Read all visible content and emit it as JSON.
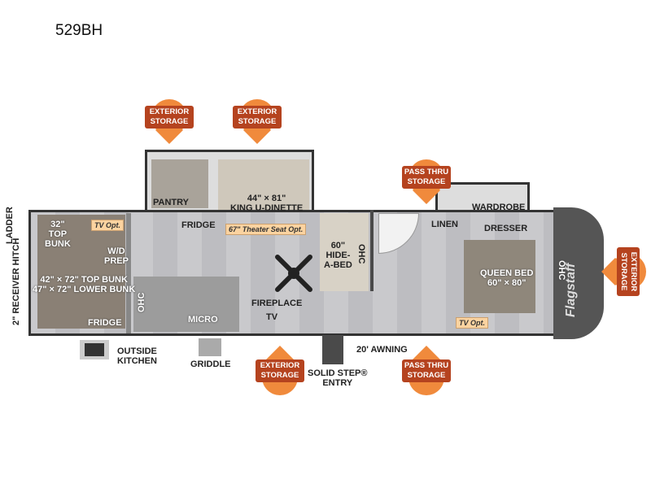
{
  "title": "529BH",
  "labels": {
    "ladder": "LADDER",
    "hitch": "2\" RECEIVER HITCH",
    "top_bunk_32": "32\"\nTOP\nBUNK",
    "tv_opt": "TV Opt.",
    "wd_prep": "W/D\nPREP",
    "bunk_sizes": "42\" × 72\" TOP BUNK\n47\" × 72\" LOWER BUNK",
    "rear_fridge": "FRIDGE",
    "ohc": "OHC",
    "micro": "MICRO",
    "fireplace": "FIREPLACE",
    "tv": "TV",
    "pantry": "PANTRY",
    "dinette": "44\" × 81\"\nKING U-DINETTE",
    "fridge": "FRIDGE",
    "theater_opt": "67\" Theater Seat Opt.",
    "hide_a_bed": "60\"\nHIDE-\nA-BED",
    "linen": "LINEN",
    "wardrobe": "WARDROBE",
    "dresser": "DRESSER",
    "queen_bed": "QUEEN BED\n60\" × 80\"",
    "bed_tv_opt": "TV Opt.",
    "outside_kitchen": "OUTSIDE\nKITCHEN",
    "griddle": "GRIDDLE",
    "entry": "SOLID STEP®\nENTRY",
    "awning": "20' AWNING",
    "logo": "Flagstaff"
  },
  "badges": [
    {
      "text": "EXTERIOR\nSTORAGE"
    },
    {
      "text": "EXTERIOR\nSTORAGE"
    },
    {
      "text": "PASS THRU\nSTORAGE"
    },
    {
      "text": "EXTERIOR\nSTORAGE"
    },
    {
      "text": "PASS THRU\nSTORAGE"
    },
    {
      "text": "EXTERIOR\nSTORAGE"
    }
  ],
  "colors": {
    "badge_orange": "#f08a3c",
    "badge_tag": "#b5431f",
    "option_tag": "#fbd3a0"
  }
}
